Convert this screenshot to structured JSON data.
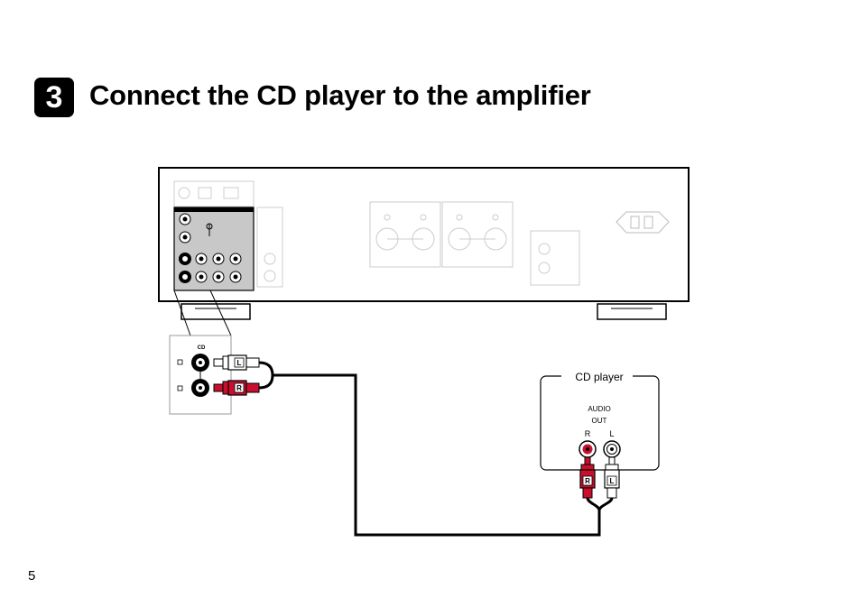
{
  "header": {
    "step_number": "3",
    "title": "Connect the CD player to the amplifier"
  },
  "diagram": {
    "amplifier_inset": {
      "jack_label": "CD",
      "left_channel": "L",
      "right_channel": "R"
    },
    "cd_player": {
      "title": "CD player",
      "output_line1": "AUDIO",
      "output_line2": "OUT",
      "right_label": "R",
      "left_label": "L"
    },
    "colors": {
      "right_plug": "#c8102e",
      "left_plug": "#ffffff",
      "outline": "#000000",
      "panel_gray": "#c8c8c8"
    }
  },
  "footer": {
    "page_number": "5"
  }
}
